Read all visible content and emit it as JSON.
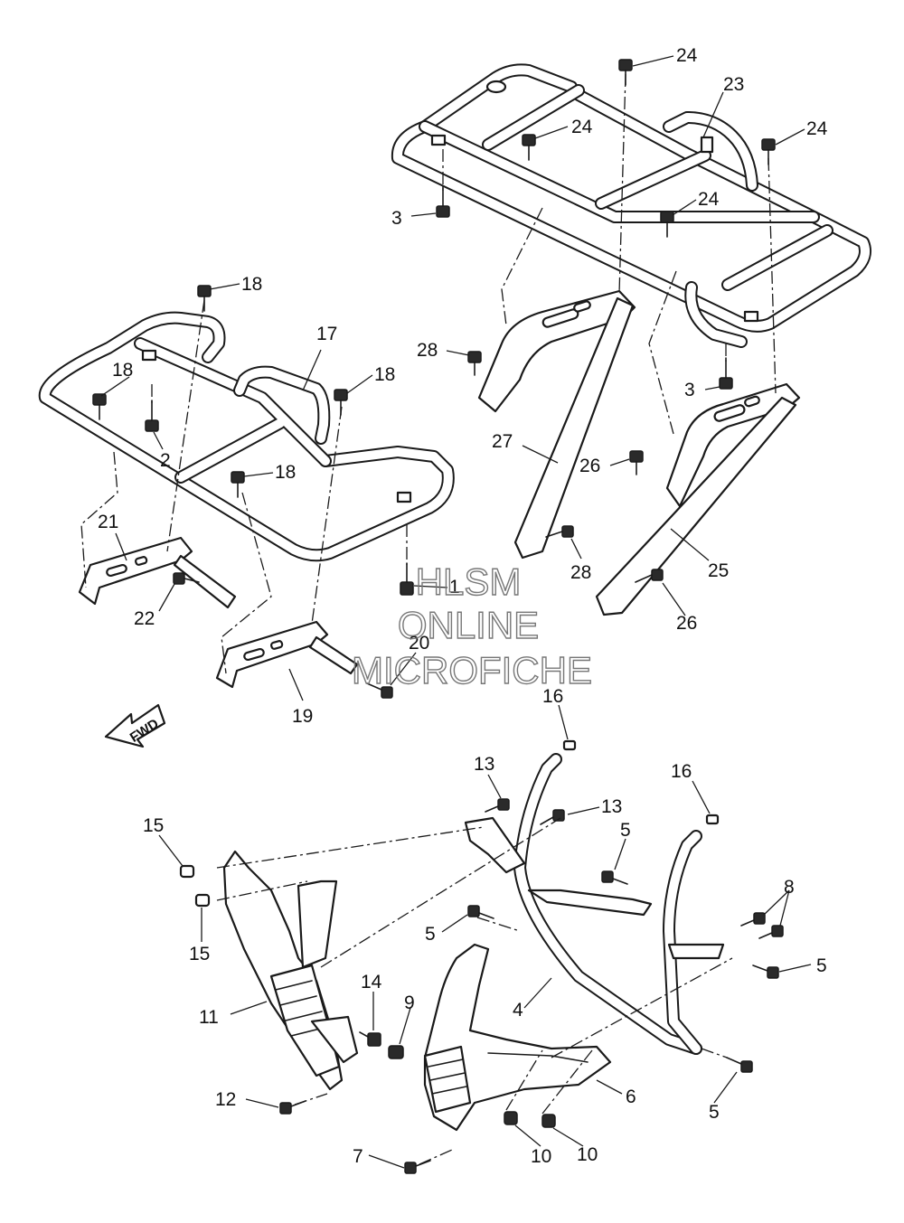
{
  "callouts": [
    {
      "id": "c24a",
      "label": "24"
    },
    {
      "id": "c23",
      "label": "23"
    },
    {
      "id": "c24b",
      "label": "24"
    },
    {
      "id": "c24c",
      "label": "24"
    },
    {
      "id": "c24d",
      "label": "24"
    },
    {
      "id": "c3a",
      "label": "3"
    },
    {
      "id": "c3b",
      "label": "3"
    },
    {
      "id": "c18a",
      "label": "18"
    },
    {
      "id": "c18b",
      "label": "18"
    },
    {
      "id": "c18c",
      "label": "18"
    },
    {
      "id": "c18d",
      "label": "18"
    },
    {
      "id": "c17",
      "label": "17"
    },
    {
      "id": "c2",
      "label": "2"
    },
    {
      "id": "c28a",
      "label": "28"
    },
    {
      "id": "c28b",
      "label": "28"
    },
    {
      "id": "c27",
      "label": "27"
    },
    {
      "id": "c26a",
      "label": "26"
    },
    {
      "id": "c26b",
      "label": "26"
    },
    {
      "id": "c25",
      "label": "25"
    },
    {
      "id": "c21",
      "label": "21"
    },
    {
      "id": "c22",
      "label": "22"
    },
    {
      "id": "c1",
      "label": "1"
    },
    {
      "id": "c20",
      "label": "20"
    },
    {
      "id": "c19",
      "label": "19"
    },
    {
      "id": "c16a",
      "label": "16"
    },
    {
      "id": "c16b",
      "label": "16"
    },
    {
      "id": "c13a",
      "label": "13"
    },
    {
      "id": "c13b",
      "label": "13"
    },
    {
      "id": "c15a",
      "label": "15"
    },
    {
      "id": "c15b",
      "label": "15"
    },
    {
      "id": "c5a",
      "label": "5"
    },
    {
      "id": "c5b",
      "label": "5"
    },
    {
      "id": "c5c",
      "label": "5"
    },
    {
      "id": "c5d",
      "label": "5"
    },
    {
      "id": "c8",
      "label": "8"
    },
    {
      "id": "c4",
      "label": "4"
    },
    {
      "id": "c14",
      "label": "14"
    },
    {
      "id": "c9",
      "label": "9"
    },
    {
      "id": "c11",
      "label": "11"
    },
    {
      "id": "c12",
      "label": "12"
    },
    {
      "id": "c6",
      "label": "6"
    },
    {
      "id": "c7",
      "label": "7"
    },
    {
      "id": "c10a",
      "label": "10"
    },
    {
      "id": "c10b",
      "label": "10"
    }
  ],
  "fwd_label": "FWD",
  "watermark": {
    "line1": "HLSM",
    "line2": "ONLINE",
    "line3": "MICROFICHE"
  }
}
